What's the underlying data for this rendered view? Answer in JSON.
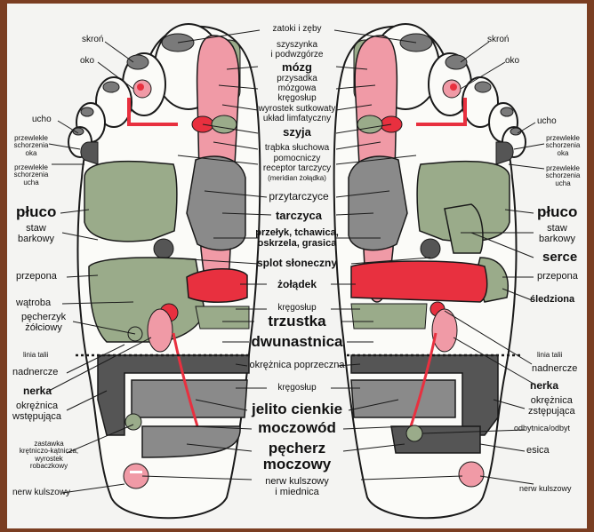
{
  "colors": {
    "background": "#7a3e22",
    "panel": "#f4f4f2",
    "foot_outline": "#1a1a1a",
    "green_region": "#9aab8a",
    "gray_region": "#8a8a8a",
    "dark_region": "#555555",
    "pink_region": "#f09aa6",
    "red_region": "#e8303f",
    "dotted_line": "#1a1a1a"
  },
  "labels_center": {
    "zatoki": "zatoki i zęby",
    "szyszynka": "szyszynka",
    "podwzgorze": "i podwzgórze",
    "mozg": "mózg",
    "przysadka": "przysadka",
    "mozgowa": "mózgowa",
    "kregoslup1": "kręgosłup",
    "wyrostek": "wyrostek sutkowaty",
    "uklad": "układ limfatyczny",
    "szyja": "szyja",
    "trabka": "trąbka słuchowa",
    "pomocniczy": "pomocniczy",
    "receptor": "receptor tarczycy",
    "meridian": "(meridian żołądka)",
    "przytarczyce": "przytarczyce",
    "tarczyca": "tarczyca",
    "przelyk1": "przełyk, tchawica,",
    "przelyk2": "oskrzela, grasica",
    "splot": "splot słoneczny",
    "zoladek": "żołądek",
    "kregoslup2": "kręgosłup",
    "trzustka": "trzustka",
    "dwunastnica": "dwunastnica",
    "okreznica_poprzeczna": "okrężnica poprzeczna",
    "kregoslup3": "kręgosłup",
    "jelito": "jelito cienkie",
    "moczowod": "moczowód",
    "pecherz": "pęcherz",
    "moczowy": "moczowy",
    "nerw_kulszowy_c1": "nerw kulszowy",
    "nerw_kulszowy_c2": "i miednica"
  },
  "labels_left": {
    "skron": "skroń",
    "oko": "oko",
    "ucho": "ucho",
    "przewlekle_oka_1": "przewlekłe",
    "przewlekle_oka_2": "schorzenia",
    "przewlekle_oka_3": "oka",
    "przewlekle_ucha_1": "przewlekłe",
    "przewlekle_ucha_2": "schorzenia",
    "przewlekle_ucha_3": "ucha",
    "pluco": "płuco",
    "staw1": "staw",
    "staw2": "barkowy",
    "przepona": "przepona",
    "watroba": "wątroba",
    "pecherzyk1": "pęcherzyk",
    "pecherzyk2": "żółciowy",
    "linia_talii": "linia talii",
    "nadnercze": "nadnercze",
    "nerka": "nerka",
    "okreznica1": "okrężnica",
    "okreznica2": "wstępująca",
    "zastawka1": "zastawka",
    "zastawka2": "krętniczo-kątnicza,",
    "zastawka3": "wyrostek",
    "zastawka4": "robaczkowy",
    "nerw_kulszowy": "nerw kulszowy"
  },
  "labels_right": {
    "skron": "skroń",
    "oko": "oko",
    "ucho": "ucho",
    "przewlekle_oka_1": "przewlekłe",
    "przewlekle_oka_2": "schorzenia",
    "przewlekle_oka_3": "oka",
    "przewlekle_ucha_1": "przewlekłe",
    "przewlekle_ucha_2": "schorzenia",
    "przewlekle_ucha_3": "ucha",
    "pluco": "płuco",
    "staw1": "staw",
    "staw2": "barkowy",
    "serce": "serce",
    "przepona": "przepona",
    "sledziona": "śledziona",
    "linia_talii": "linia talii",
    "nadnercze": "nadnercze",
    "nerka": "nerka",
    "okreznica1": "okrężnica",
    "okreznica2": "zstępująca",
    "odbytnica": "odbytnica/odbyt",
    "esica": "esica",
    "nerw_kulszowy": "nerw kulszowy"
  }
}
